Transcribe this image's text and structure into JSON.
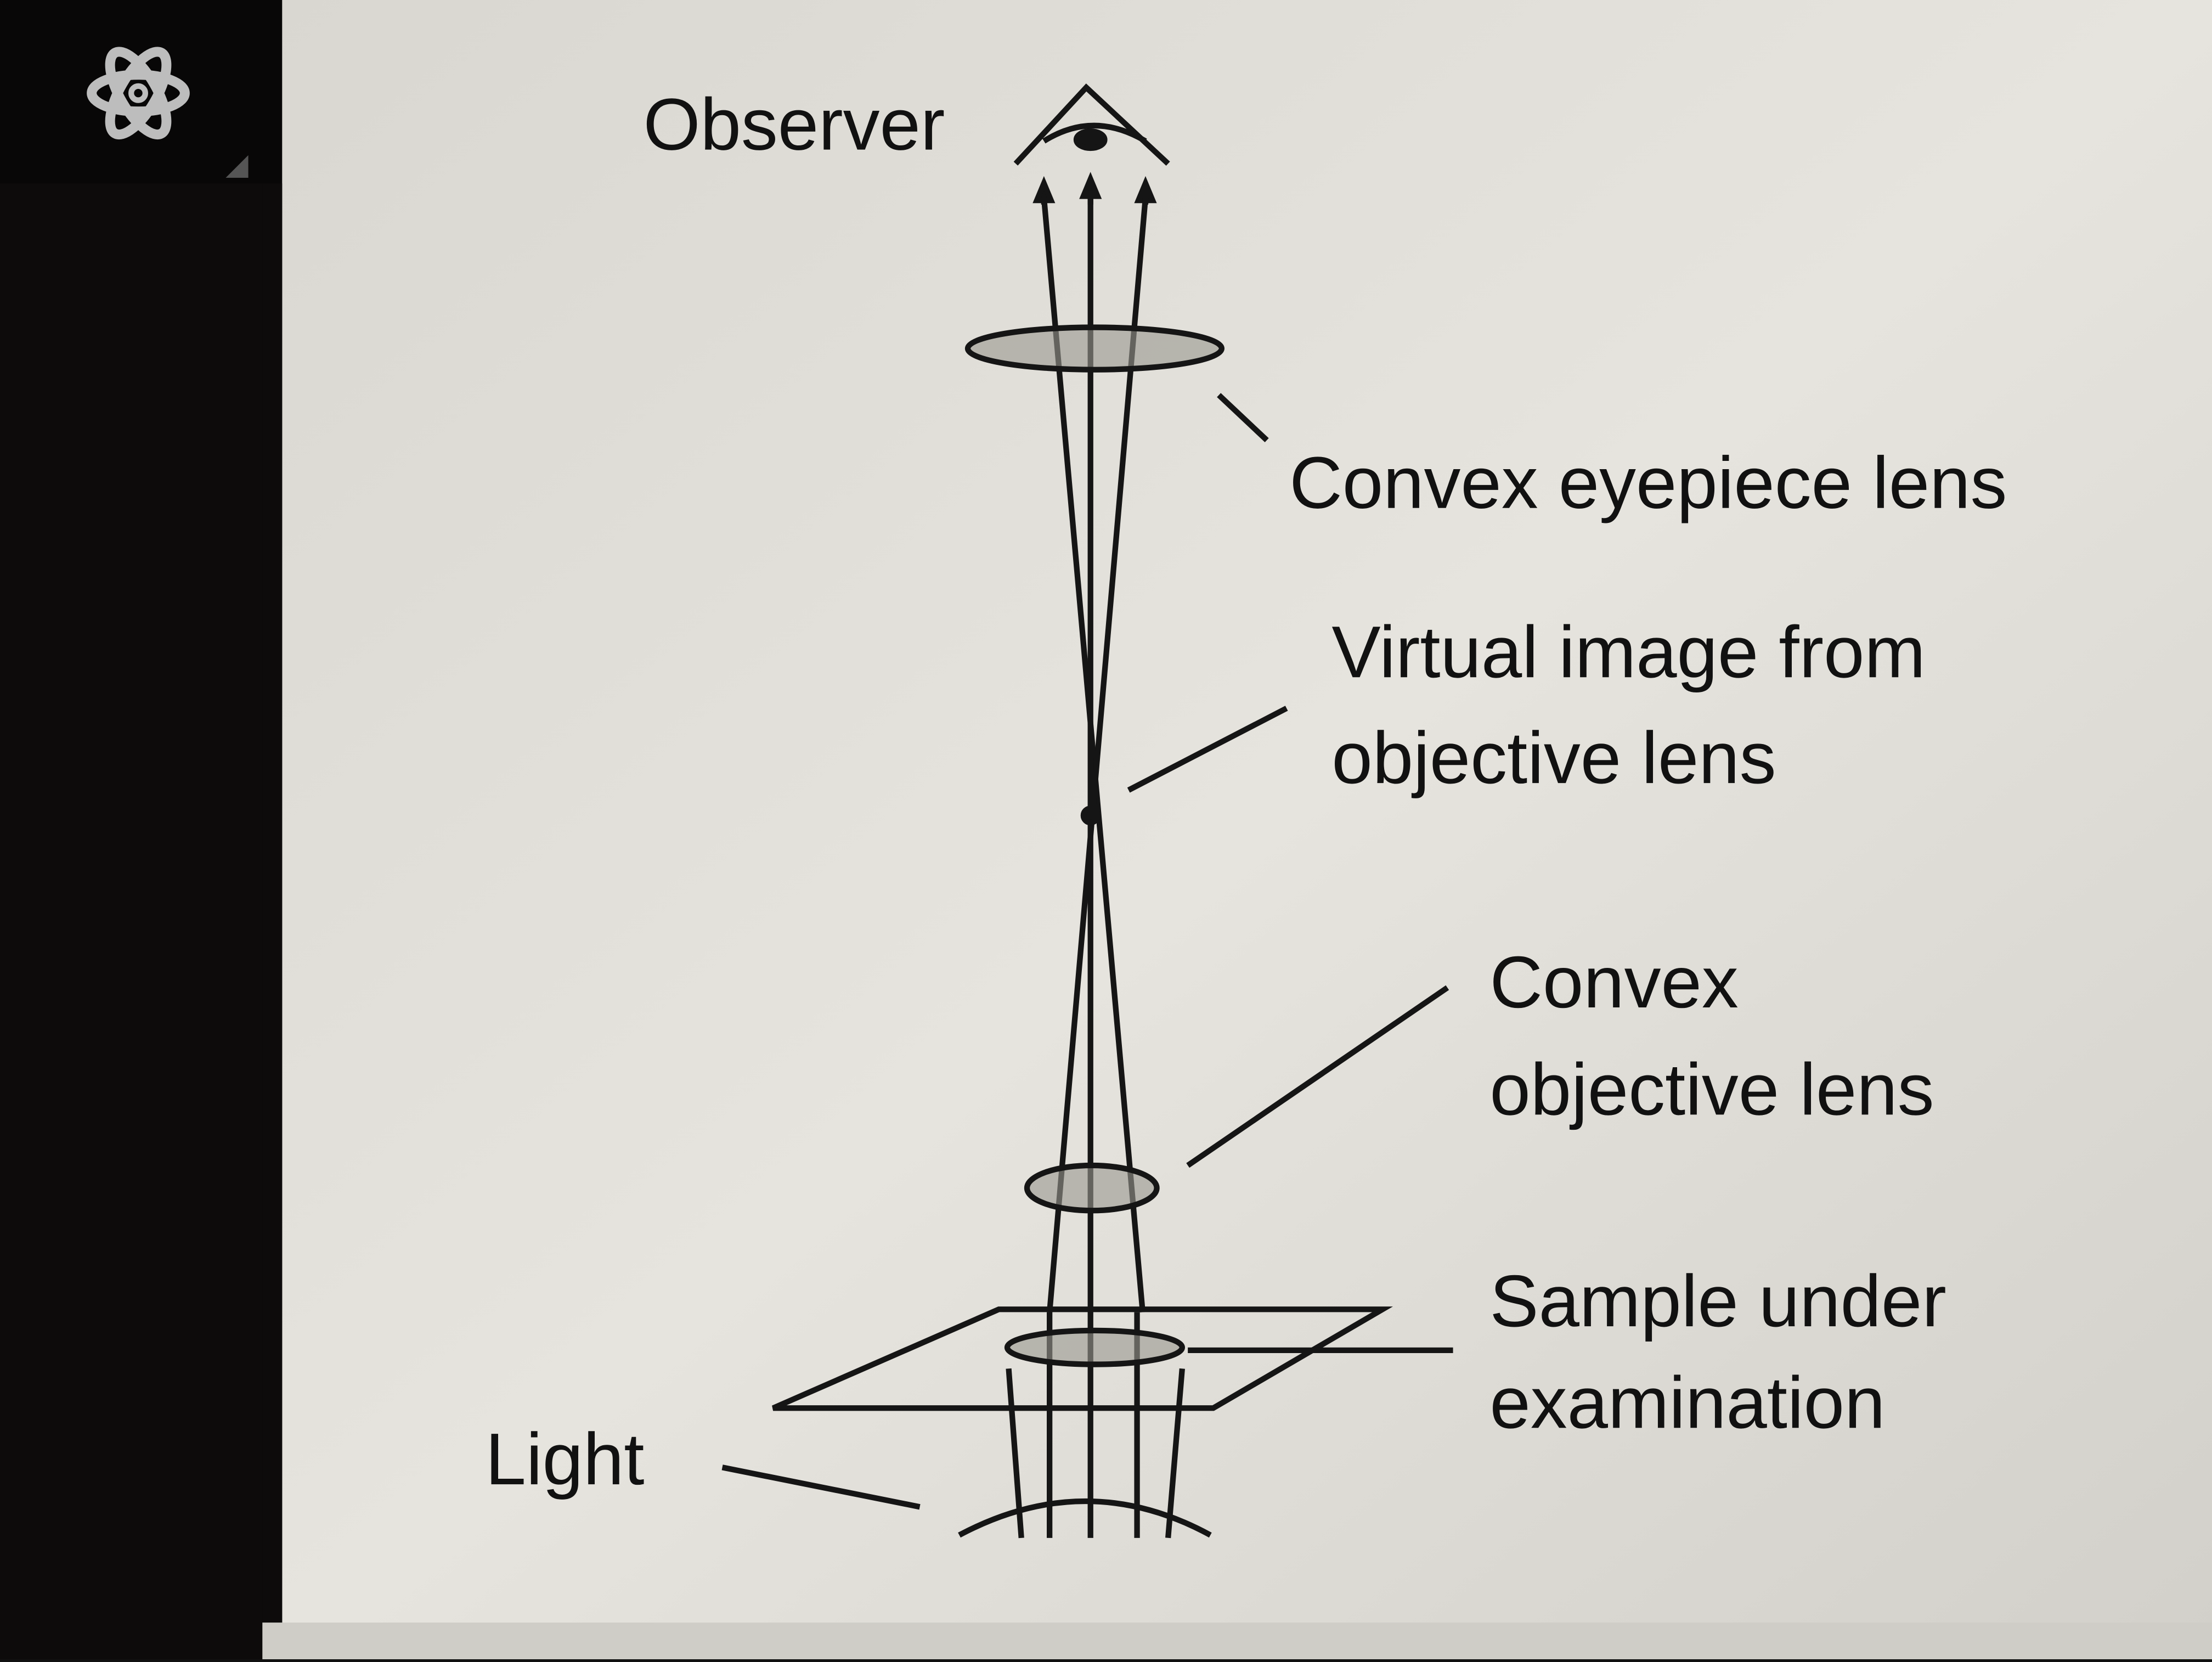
{
  "sidebar": {
    "icon": "atom-icon"
  },
  "diagram": {
    "title": "Compound light microscope ray diagram",
    "labels": {
      "observer": "Observer",
      "eyepiece": "Convex eyepiece lens",
      "virtual_image_1": "Virtual image from",
      "virtual_image_2": "objective lens",
      "objective_1": "Convex",
      "objective_2": "objective lens",
      "sample_1": "Sample under",
      "sample_2": "examination",
      "light": "Light"
    }
  },
  "colors": {
    "sidebar": "#0d0b0b",
    "screen": "#e4e2dc",
    "ink": "#151515",
    "lens": "#9a9890"
  }
}
